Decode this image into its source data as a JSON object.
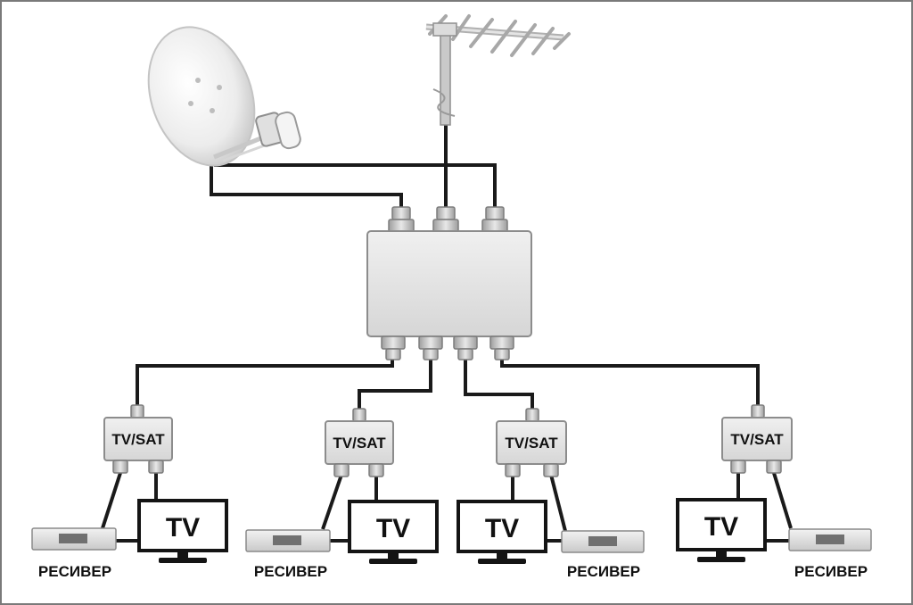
{
  "devices": {
    "splitter_label": "TV/SAT",
    "tv_label": "TV",
    "receiver_label": "РЕСИВЕР"
  },
  "units": [
    {
      "splitter": "TV/SAT",
      "tv": "TV",
      "receiver": "РЕСИВЕР"
    },
    {
      "splitter": "TV/SAT",
      "tv": "TV",
      "receiver": "РЕСИВЕР"
    },
    {
      "splitter": "TV/SAT",
      "tv": "TV",
      "receiver": "РЕСИВЕР"
    },
    {
      "splitter": "TV/SAT",
      "tv": "TV",
      "receiver": "РЕСИВЕР"
    }
  ],
  "colors": {
    "cable": "#1a1a1a",
    "box_fill": "#e6e6e6",
    "box_stroke": "#8c8c8c",
    "connector": "#b5b5b5",
    "border": "#7a7a7a"
  }
}
